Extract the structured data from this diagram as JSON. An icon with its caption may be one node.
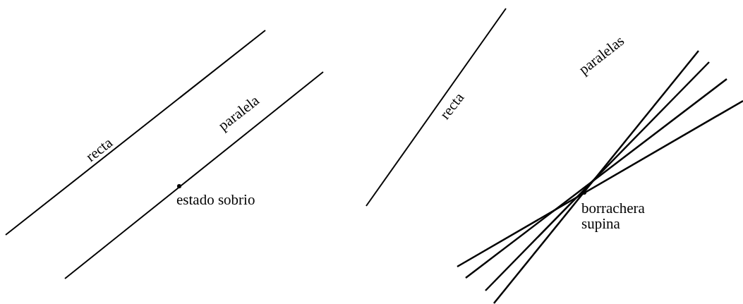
{
  "diagram": {
    "labels": [
      "recta",
      "paralela",
      "estado sobrio",
      "recta",
      "paralelas",
      "borrachera supina"
    ]
  }
}
